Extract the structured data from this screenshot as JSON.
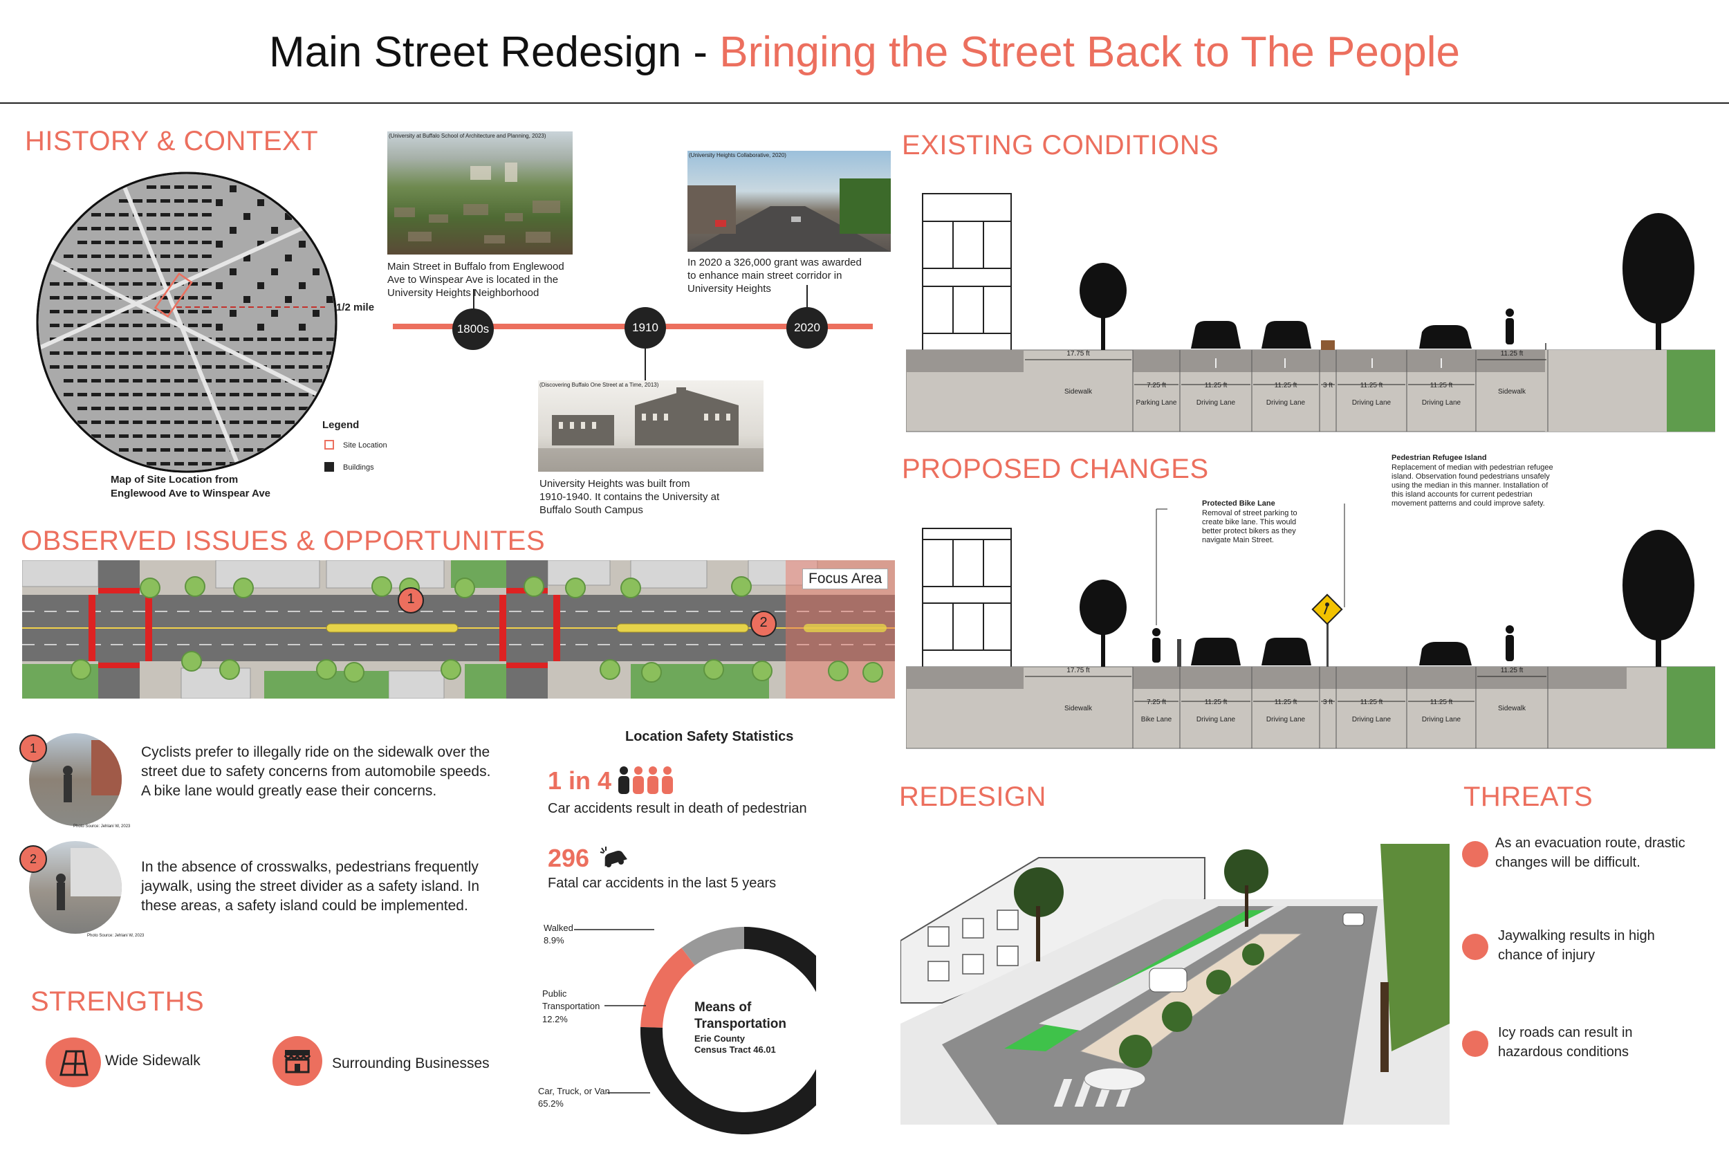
{
  "title": {
    "main": "Main Street Redesign - ",
    "accent": "Bringing the Street Back to The People"
  },
  "colors": {
    "accent": "#ec6f5e",
    "grass": "#5f9c4d",
    "road": "#7a7a7a",
    "sidewalk": "#c9c5bf",
    "bike": "#39c24a"
  },
  "history": {
    "heading": "HISTORY & CONTEXT",
    "map_label": "1/2 mile",
    "map_caption": [
      "Map of Site Location from",
      "Englewood Ave to Winspear Ave"
    ],
    "legend_title": "Legend",
    "legend_site": "Site Location",
    "legend_buildings": "Buildings",
    "photo1_source": "(University at Buffalo School of Architecture and Planning, 2023)",
    "photo1_text": [
      "Main Street in Buffalo from Englewood",
      "Ave to Winspear Ave is located in the",
      "University Heights Neighborhood"
    ],
    "photo2_source": "(Discovering Buffalo One Street at a Time, 2013)",
    "photo2_text": [
      "University Heights was built from",
      "1910-1940. It contains the University at",
      "Buffalo South Campus"
    ],
    "photo3_source": "(University Heights Collaborative, 2020)",
    "photo3_text": [
      "In 2020 a 326,000 grant was awarded",
      "to enhance main street corridor in",
      "University Heights"
    ],
    "timeline": [
      "1800s",
      "1910",
      "2020"
    ]
  },
  "existing": {
    "heading": "EXISTING CONDITIONS",
    "dims": [
      "17.75 ft",
      "7.25 ft",
      "11.25 ft",
      "11.25 ft",
      "3 ft",
      "11.25 ft",
      "11.25 ft",
      "11.25 ft"
    ],
    "labels": [
      "Sidewalk",
      "Parking Lane",
      "Driving Lane",
      "Driving Lane",
      "",
      "Driving Lane",
      "Driving Lane",
      "Sidewalk"
    ]
  },
  "proposed": {
    "heading": "PROPOSED CHANGES",
    "dims": [
      "17.75 ft",
      "7.25 ft",
      "11.25 ft",
      "11.25 ft",
      "3 ft",
      "11.25 ft",
      "11.25 ft",
      "11.25 ft"
    ],
    "labels": [
      "Sidewalk",
      "Bike Lane",
      "Driving Lane",
      "Driving Lane",
      "",
      "Driving Lane",
      "Driving Lane",
      "Sidewalk"
    ],
    "bike_title": "Protected Bike Lane",
    "bike_text": [
      "Removal of street parking to",
      "create bike lane. This would",
      "better protect bikers as they",
      "navigate Main Street."
    ],
    "island_title": "Pedestrian Refugee Island",
    "island_text": [
      "Replacement of median with pedestrian refugee",
      "island. Observation found pedestrians unsafely",
      "using the median in this manner. Installation of",
      "this island accounts for current pedestrian",
      "movement patterns and could improve safety."
    ]
  },
  "observed": {
    "heading": "OBSERVED ISSUES & OPPORTUNITES",
    "focus_label": "Focus Area",
    "markers": [
      "1",
      "2"
    ],
    "issue1": [
      "Cyclists prefer to illegally ride on the sidewalk over the",
      "street due to safety concerns from automobile speeds.",
      "A bike lane would greatly ease their concerns."
    ],
    "issue2": [
      "In the absence of crosswalks, pedestrians frequently",
      "jaywalk, using the street divider as a safety island. In",
      "these areas, a safety island could be implemented."
    ],
    "photo_source": "Photo Source: Jehlani W, 2023"
  },
  "stats": {
    "heading": "Location Safety Statistics",
    "stat1_value": "1 in 4",
    "stat1_text": "Car accidents result in death of pedestrian",
    "stat2_value": "296",
    "stat2_text": "Fatal car accidents in the last 5 years",
    "donut_center": [
      "Means of",
      "Transportation"
    ],
    "donut_sub": [
      "Erie County",
      "Census Tract 46.01"
    ]
  },
  "chart_data": {
    "type": "pie",
    "title": "Means of Transportation",
    "subtitle": "Erie County Census Tract 46.01",
    "categories": [
      "Walked",
      "Public Transportation",
      "Car, Truck, or Van"
    ],
    "values": [
      8.9,
      12.2,
      65.2
    ],
    "labels": [
      "8.9%",
      "12.2%",
      "65.2%"
    ],
    "colors": [
      "#999999",
      "#ec6f5e",
      "#1c1c1c"
    ]
  },
  "strengths": {
    "heading": "STRENGTHS",
    "item1": "Wide Sidewalk",
    "item2": "Surrounding Businesses"
  },
  "redesign": {
    "heading": "REDESIGN"
  },
  "threats": {
    "heading": "THREATS",
    "items": [
      [
        "As an evacuation route, drastic",
        "changes will be difficult."
      ],
      [
        "Jaywalking results in high",
        "chance of injury"
      ],
      [
        "Icy roads can result in",
        "hazardous conditions"
      ]
    ]
  }
}
